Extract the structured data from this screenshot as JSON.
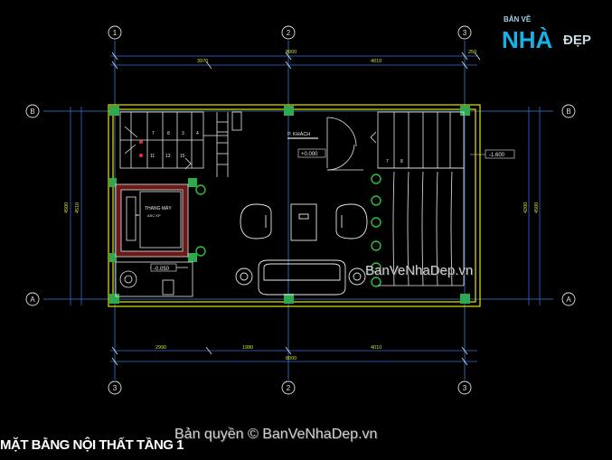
{
  "axes": {
    "top": [
      "1",
      "2",
      "3"
    ],
    "bottom": [
      "3",
      "2",
      "3"
    ],
    "left": [
      "B",
      "A"
    ],
    "right": [
      "B",
      "A"
    ]
  },
  "dimensions": {
    "top_total": "8000",
    "top_segments": [
      "3970",
      "4010",
      "250"
    ],
    "bottom_total": "8000",
    "bottom_segments": [
      "2990",
      "1980",
      "4010"
    ],
    "left_side": [
      "4500",
      "4510"
    ],
    "right_side": [
      "4200",
      "4500"
    ]
  },
  "rooms": {
    "living_room": "P. KHÁCH",
    "elevator": "THANG MÁY",
    "elevator_sub": "ASC KP"
  },
  "levels": {
    "floor": "+0.000",
    "stair_landing": "-1.600",
    "elevator_pit": "-0.050"
  },
  "stair_numbers_upper": [
    "7",
    "8",
    "3",
    "4"
  ],
  "stair_numbers_lower": [
    "11",
    "13",
    "15"
  ],
  "stair_right_numbers": [
    "7",
    "8"
  ],
  "title": "MẶT BẰNG NỘI THẤT TẦNG 1",
  "logo": {
    "top": "BẢN VẼ",
    "nh": "NHÀ",
    "dep": "ĐẸP"
  },
  "watermark_right": "BanVeNhaDep.vn",
  "watermark_bottom": "Bản quyền © BanVeNhaDep.vn",
  "colors": {
    "walls": "#e6e600",
    "grid": "#3a7fd0",
    "dims": "#2f6fe0",
    "furniture": "#e8e8e8",
    "columns": "#2fa84f",
    "hatch": "#c03030",
    "plants": "#2fbf3a"
  }
}
